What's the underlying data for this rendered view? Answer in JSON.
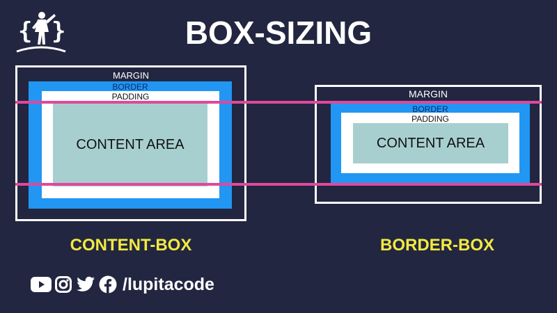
{
  "title": "BOX-SIZING",
  "content_box": {
    "margin_label": "MARGIN",
    "border_label": "BORDER",
    "padding_label": "PADDING",
    "content_label": "CONTENT AREA",
    "caption": "CONTENT-BOX"
  },
  "border_box": {
    "margin_label": "MARGIN",
    "border_label": "BORDER",
    "padding_label": "PADDING",
    "content_label": "CONTENT AREA",
    "caption": "BORDER-BOX"
  },
  "social": {
    "icons": [
      "youtube-icon",
      "instagram-icon",
      "twitter-icon",
      "facebook-icon"
    ],
    "handle": "/lupitacode"
  },
  "colors": {
    "background": "#222640",
    "border": "#2196f3",
    "padding": "#ffffff",
    "content": "#a7cfcf",
    "guide": "#e0489b",
    "caption": "#f3e940"
  }
}
